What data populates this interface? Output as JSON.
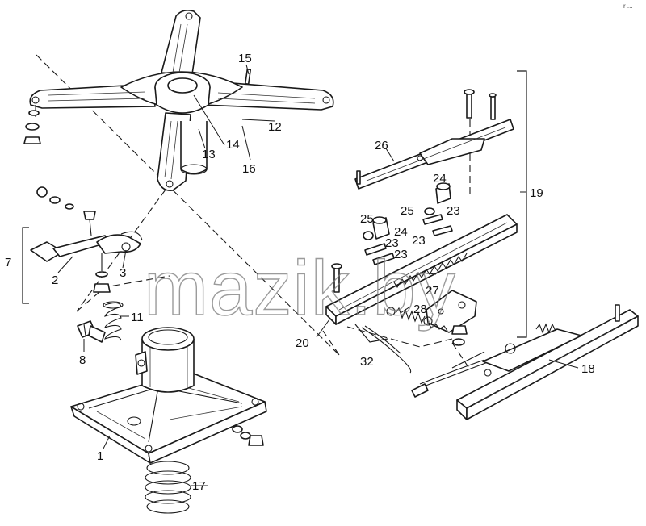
{
  "callouts": {
    "c1": "1",
    "c2": "2",
    "c3": "3",
    "c7": "7",
    "c8": "8",
    "c11": "11",
    "c12": "12",
    "c13": "13",
    "c14": "14",
    "c15": "15",
    "c16": "16",
    "c17": "17",
    "c18": "18",
    "c19": "19",
    "c20": "20",
    "c23a": "23",
    "c23b": "23",
    "c23c": "23",
    "c23d": "23",
    "c24a": "24",
    "c24b": "24",
    "c25a": "25",
    "c25b": "25",
    "c26": "26",
    "c27": "27",
    "c28": "28",
    "c32": "32"
  },
  "watermark": "mazik.by",
  "corner_mark": "r ..."
}
